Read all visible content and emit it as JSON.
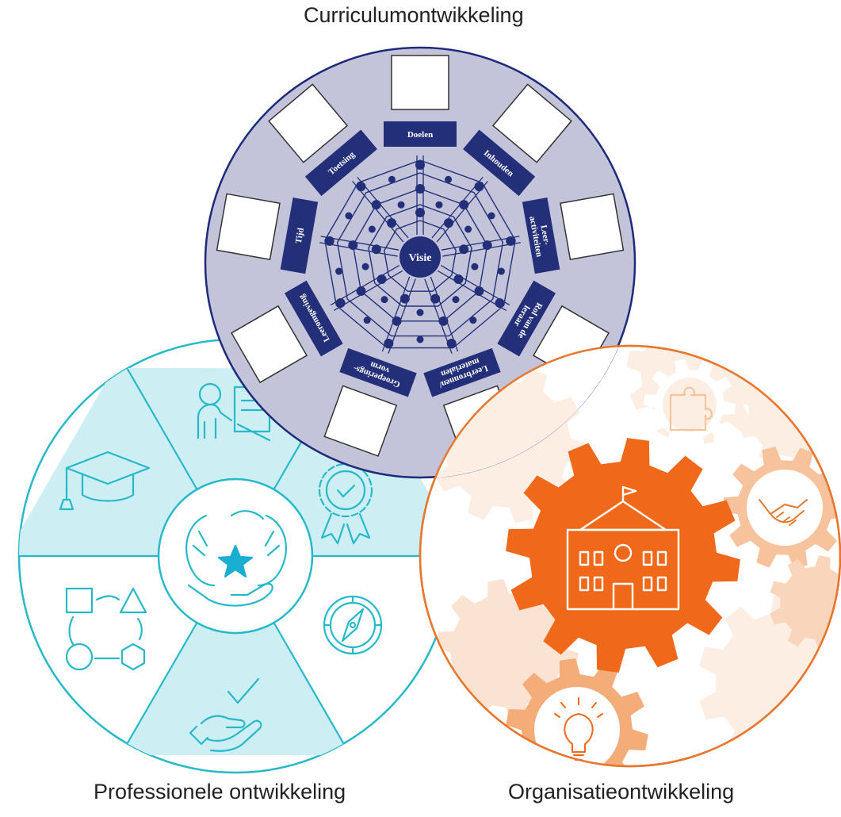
{
  "captions": {
    "curriculum": "Curriculumontwikkeling",
    "professional": "Professionele ontwikkeling",
    "organisation": "Organisatieontwikkeling"
  },
  "spider": {
    "center_label": "Visie",
    "spokes": [
      {
        "label": [
          "Doelen"
        ]
      },
      {
        "label": [
          "Inhouden"
        ]
      },
      {
        "label": [
          "Leer-",
          "activiteiten"
        ]
      },
      {
        "label": [
          "Rol van de",
          "leraar"
        ]
      },
      {
        "label": [
          "Leerbronnen/",
          "materialen"
        ]
      },
      {
        "label": [
          "Groeperings-",
          "vorm"
        ]
      },
      {
        "label": [
          "Leeromgeving"
        ]
      },
      {
        "label": [
          "Tijd"
        ]
      },
      {
        "label": [
          "Toetsing"
        ]
      }
    ]
  },
  "professional_segments": [
    {
      "icon": "presenter-at-board-icon"
    },
    {
      "icon": "award-ribbon-check-icon"
    },
    {
      "icon": "compass-icon"
    },
    {
      "icon": "hand-with-check-icon"
    },
    {
      "icon": "shapes-cycle-icon"
    },
    {
      "icon": "graduation-cap-icon"
    }
  ],
  "professional_center_icon": "hands-around-star-icon",
  "organisation_icons": {
    "main": "school-building-gear-icon",
    "small": [
      "puzzle-gear-icon",
      "handshake-gear-icon",
      "lightbulb-gear-icon"
    ]
  },
  "colors": {
    "curriculum_fill": "#c3c3d9",
    "curriculum_stroke": "#1e2a7a",
    "navy": "#232f78",
    "professional_fill": "#cdeef3",
    "professional_stroke": "#27b9c9",
    "professional_star": "#1aaed0",
    "organisation_stroke": "#e8772e",
    "organisation_gear": "#f0681a",
    "gear_light": "#fbe3d3",
    "gear_mid": "#f6c39c",
    "text": "#222222"
  }
}
